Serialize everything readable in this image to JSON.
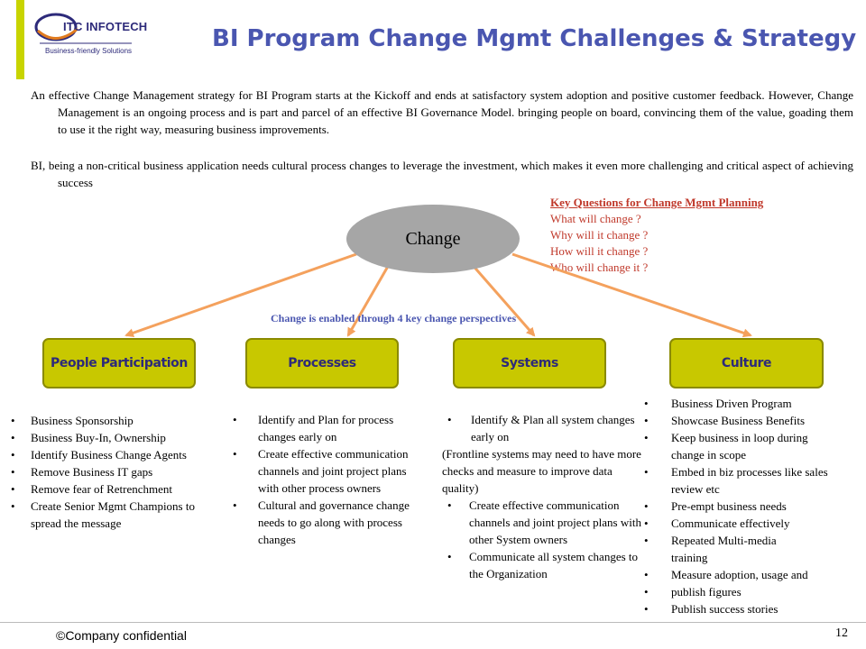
{
  "header": {
    "logo": {
      "name": "ITC INFOTECH",
      "tagline": "Business-friendly Solutions"
    },
    "title": "BI Program Change Mgmt Challenges & Strategy"
  },
  "intro": {
    "paragraph1": "An effective Change Management strategy for BI Program starts at the Kickoff and ends at satisfactory system adoption and positive customer feedback. However, Change Management is an ongoing process and is part and parcel of an effective BI Governance Model. bringing people on board, convincing them of the value, goading them to use it the right way, measuring business improvements.",
    "paragraph2": "BI, being a non-critical business application needs cultural process changes to leverage the investment, which makes it even more challenging and critical aspect of achieving success"
  },
  "key_questions": {
    "title": "Key Questions for Change Mgmt Planning",
    "items": [
      "What will change ?",
      "Why will it change ?",
      "How will it change ?",
      "Who will change it ?"
    ]
  },
  "diagram": {
    "center_label": "Change",
    "enabled_text": "Change is enabled through 4 key change perspectives",
    "perspectives": [
      {
        "label": "People Participation"
      },
      {
        "label": "Processes"
      },
      {
        "label": "Systems"
      },
      {
        "label": "Culture"
      }
    ],
    "colors": {
      "box_fill": "#c8c800",
      "arrow": "#f4a15d",
      "ellipse": "#a6a6a6",
      "title": "#4a56b0",
      "questions": "#c0392b"
    }
  },
  "lists": {
    "people": [
      "Business Sponsorship",
      "Business Buy-In, Ownership",
      "Identify Business Change Agents",
      "Remove Business IT gaps",
      "Remove fear of Retrenchment",
      "Create Senior Mgmt Champions to spread the message"
    ],
    "processes": [
      "Identify and Plan for process changes early on",
      "Create effective communication channels and joint project plans with other process owners",
      "Cultural and governance change needs to go along with process changes"
    ],
    "systems": {
      "first": "Identify & Plan all system changes early on",
      "note": "(Frontline systems may need to have more checks and measure to improve data quality)",
      "rest": [
        "Create effective communication channels and joint project plans with other System owners",
        "Communicate all system changes to the Organization"
      ]
    },
    "culture": [
      "Business Driven Program",
      "Showcase Business Benefits",
      "Keep business in loop during change in scope",
      "Embed in biz processes like sales review etc",
      "Pre-empt business needs",
      "Communicate effectively",
      "Repeated Multi-media training",
      "Measure adoption, usage and",
      "publish figures",
      "Publish success stories"
    ]
  },
  "footer": {
    "confidential": "©Company confidential",
    "page": "12"
  }
}
